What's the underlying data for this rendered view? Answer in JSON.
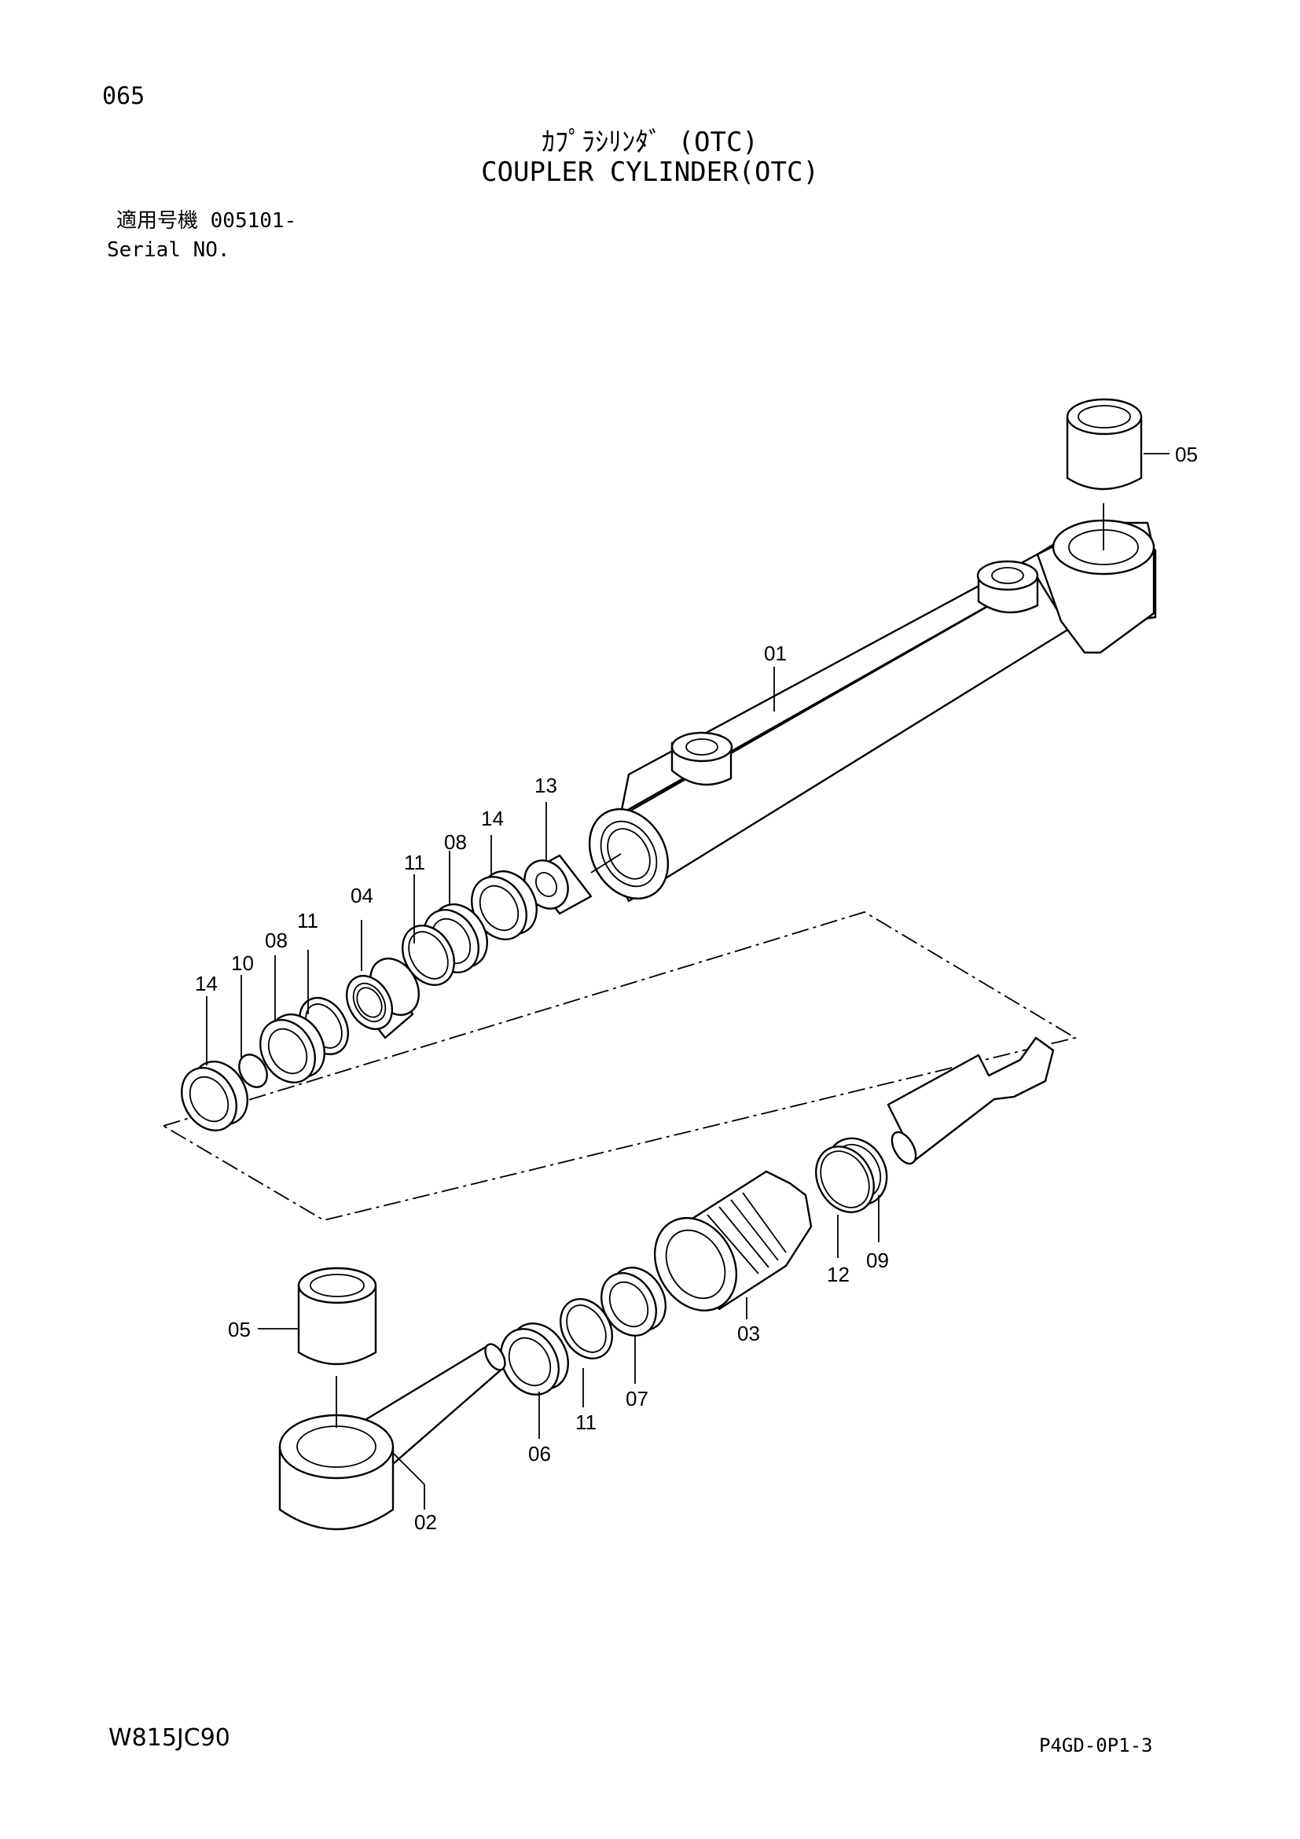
{
  "header": {
    "page_number": "065",
    "title_jp": "ｶﾌﾟﾗｼﾘﾝﾀﾞ (OTC)",
    "title_en": "COUPLER CYLINDER(OTC)",
    "serial_label_jp": "適用号機 005101-",
    "serial_label_en": "Serial NO."
  },
  "footer": {
    "model_code": "W815JC90",
    "sheet_code": "P4GD-0P1-3"
  },
  "callouts": [
    {
      "id": "c01",
      "label": "01"
    },
    {
      "id": "c02",
      "label": "02"
    },
    {
      "id": "c03",
      "label": "03"
    },
    {
      "id": "c04",
      "label": "04"
    },
    {
      "id": "c05a",
      "label": "05"
    },
    {
      "id": "c05b",
      "label": "05"
    },
    {
      "id": "c06",
      "label": "06"
    },
    {
      "id": "c07",
      "label": "07"
    },
    {
      "id": "c08a",
      "label": "08"
    },
    {
      "id": "c08b",
      "label": "08"
    },
    {
      "id": "c09",
      "label": "09"
    },
    {
      "id": "c10",
      "label": "10"
    },
    {
      "id": "c11a",
      "label": "11"
    },
    {
      "id": "c11b",
      "label": "11"
    },
    {
      "id": "c11c",
      "label": "11"
    },
    {
      "id": "c12",
      "label": "12"
    },
    {
      "id": "c13",
      "label": "13"
    },
    {
      "id": "c14a",
      "label": "14"
    },
    {
      "id": "c14b",
      "label": "14"
    }
  ]
}
